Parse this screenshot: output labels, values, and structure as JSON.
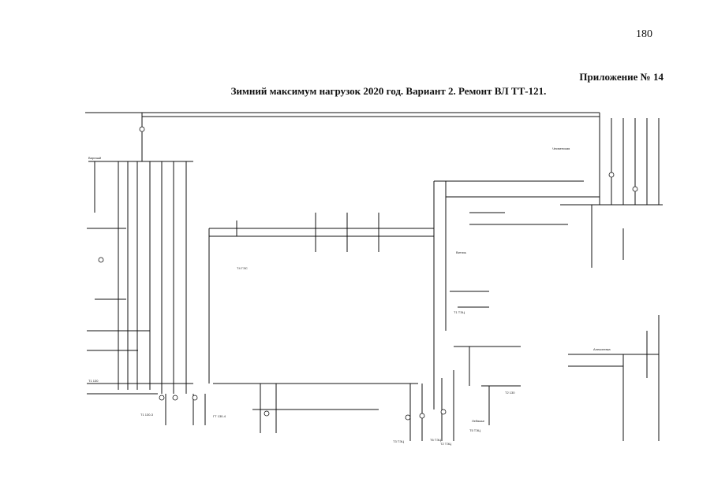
{
  "page": {
    "number": "180",
    "appendix": "Приложение № 14",
    "title": "Зимний максимум нагрузок 2020 год. Вариант 2. Ремонт ВЛ ТТ-121."
  },
  "diagram": {
    "kind": "single-line power network scheme",
    "line_color": "#111111",
    "labels": [
      "Чесменская",
      "Варгашй",
      "Витязь",
      "Алексеевка",
      "Лебяжье",
      "Т1 ТЭЦ",
      "Т2 ТЭЦ",
      "Т3 ТЭЦ",
      "Т5 ТЭЦ",
      "Т6 ТЭЦ",
      "Т1 130-3",
      "ГТ 130-4",
      "Т1 130",
      "Т2 130",
      "Т4 ГЭС"
    ]
  }
}
